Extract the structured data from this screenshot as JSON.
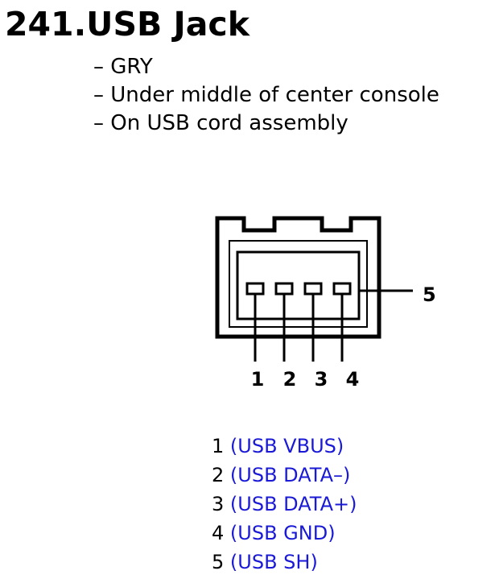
{
  "title": "241.USB Jack",
  "info": [
    "– GRY",
    "– Under middle of center console",
    "– On USB cord assembly"
  ],
  "connector": {
    "pin_labels": [
      "1",
      "2",
      "3",
      "4",
      "5"
    ]
  },
  "legend": [
    {
      "pin": "1",
      "signal": "(USB VBUS)"
    },
    {
      "pin": "2",
      "signal": "(USB DATA–)"
    },
    {
      "pin": "3",
      "signal": "(USB DATA+)"
    },
    {
      "pin": "4",
      "signal": "(USB GND)"
    },
    {
      "pin": "5",
      "signal": "(USB SH)"
    }
  ],
  "colors": {
    "signal": "#1a1ad6",
    "text": "#000000"
  }
}
